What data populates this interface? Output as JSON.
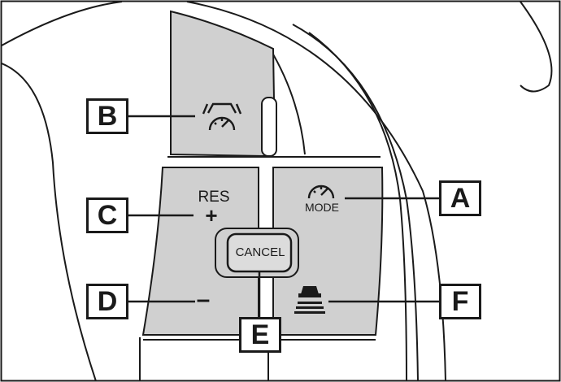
{
  "callouts": {
    "a": "A",
    "b": "B",
    "c": "C",
    "d": "D",
    "e": "E",
    "f": "F"
  },
  "buttons": {
    "mode": {
      "label": "MODE",
      "icon": "speedometer-icon"
    },
    "distance_mode": {
      "icon": "car-speedometer-icon"
    },
    "res_plus": {
      "label": "RES",
      "sign": "+"
    },
    "minus": {
      "sign": "–"
    },
    "cancel": {
      "label": "CANCEL"
    },
    "vehicle_distance": {
      "icon": "car-distance-lines-icon"
    }
  },
  "colors": {
    "button_fill": "#d0d0d0",
    "outline": "#1a1a1a",
    "background": "#ffffff"
  }
}
